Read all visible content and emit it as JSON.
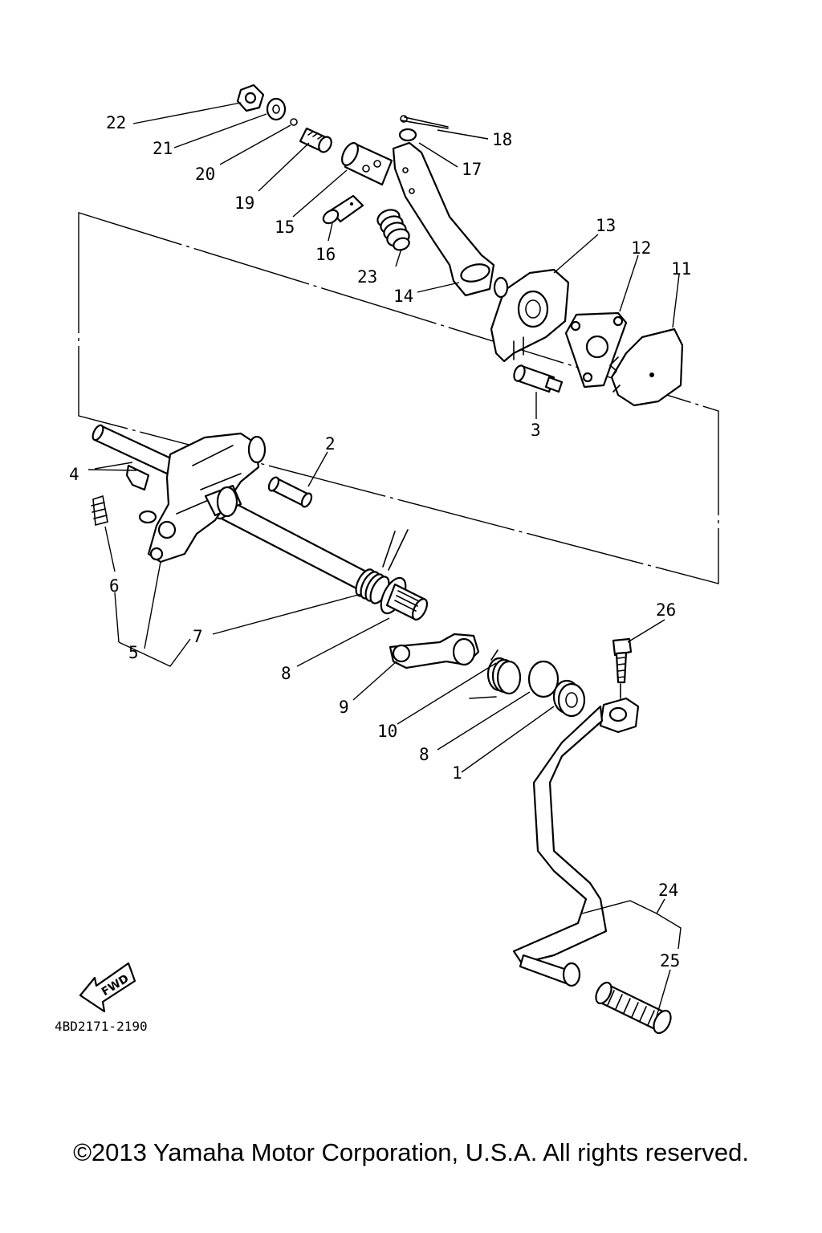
{
  "diagram": {
    "drawing_number": "4BD2171-2190",
    "direction_label": "FWD",
    "copyright": "©2013 Yamaha Motor Corporation, U.S.A. All rights reserved.",
    "callouts": [
      {
        "id": "c22",
        "text": "22"
      },
      {
        "id": "c21",
        "text": "21"
      },
      {
        "id": "c20",
        "text": "20"
      },
      {
        "id": "c19",
        "text": "19"
      },
      {
        "id": "c15",
        "text": "15"
      },
      {
        "id": "c16",
        "text": "16"
      },
      {
        "id": "c23",
        "text": "23"
      },
      {
        "id": "c14",
        "text": "14"
      },
      {
        "id": "c18",
        "text": "18"
      },
      {
        "id": "c17",
        "text": "17"
      },
      {
        "id": "c13",
        "text": "13"
      },
      {
        "id": "c12",
        "text": "12"
      },
      {
        "id": "c11",
        "text": "11"
      },
      {
        "id": "c3",
        "text": "3"
      },
      {
        "id": "c2",
        "text": "2"
      },
      {
        "id": "c4",
        "text": "4"
      },
      {
        "id": "c6",
        "text": "6"
      },
      {
        "id": "c5",
        "text": "5"
      },
      {
        "id": "c7",
        "text": "7"
      },
      {
        "id": "c8a",
        "text": "8"
      },
      {
        "id": "c9",
        "text": "9"
      },
      {
        "id": "c10",
        "text": "10"
      },
      {
        "id": "c8b",
        "text": "8"
      },
      {
        "id": "c1",
        "text": "1"
      },
      {
        "id": "c26",
        "text": "26"
      },
      {
        "id": "c24",
        "text": "24"
      },
      {
        "id": "c25",
        "text": "25"
      }
    ]
  }
}
